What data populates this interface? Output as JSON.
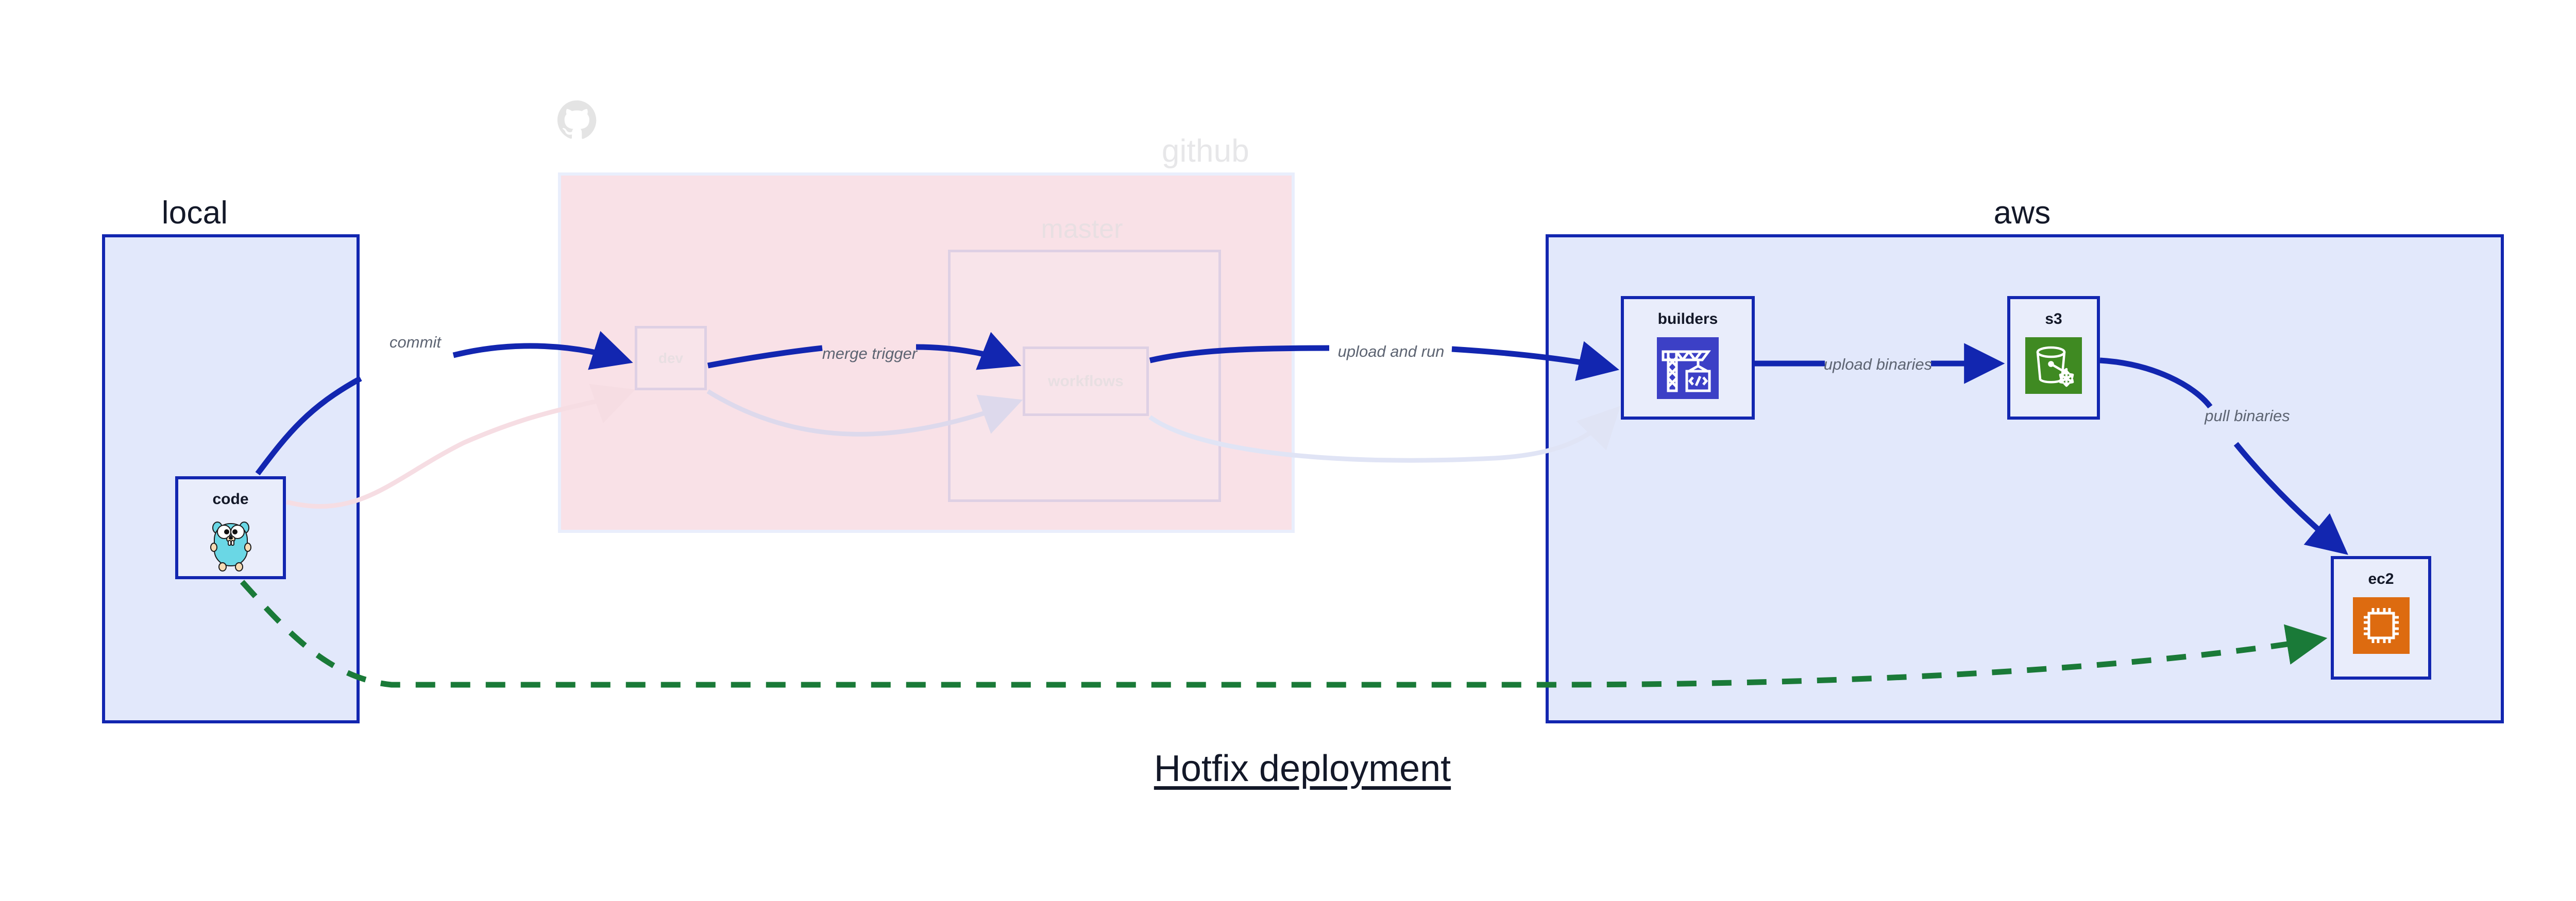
{
  "diagram": {
    "title": "Hotfix deployment",
    "groups": [
      {
        "id": "local",
        "label": "local"
      },
      {
        "id": "github",
        "label": "github"
      },
      {
        "id": "aws",
        "label": "aws"
      }
    ],
    "subgroups": [
      {
        "id": "master",
        "label": "master",
        "parent": "github"
      }
    ],
    "nodes": [
      {
        "id": "code",
        "label": "code",
        "icon": "go-gopher-icon",
        "group": "local"
      },
      {
        "id": "dev",
        "label": "dev",
        "icon": "none",
        "group": "github"
      },
      {
        "id": "workflows",
        "label": "workflows",
        "icon": "none",
        "group": "master"
      },
      {
        "id": "builders",
        "label": "builders",
        "icon": "aws-codebuild-icon",
        "group": "aws"
      },
      {
        "id": "s3",
        "label": "s3",
        "icon": "aws-s3-glacier-icon",
        "group": "aws"
      },
      {
        "id": "ec2",
        "label": "ec2",
        "icon": "aws-ec2-icon",
        "group": "aws"
      }
    ],
    "edges": [
      {
        "id": "commit",
        "label": "commit",
        "from": "code",
        "to": "dev",
        "style": "solid",
        "color": "#1226b0"
      },
      {
        "id": "merge-trigger",
        "label": "merge trigger",
        "from": "dev",
        "to": "workflows",
        "style": "solid",
        "color": "#1226b0"
      },
      {
        "id": "upload-and-run",
        "label": "upload and run",
        "from": "workflows",
        "to": "builders",
        "style": "solid",
        "color": "#1226b0"
      },
      {
        "id": "upload-binaries",
        "label": "upload binaries",
        "from": "builders",
        "to": "s3",
        "style": "solid",
        "color": "#1226b0"
      },
      {
        "id": "pull-binaries",
        "label": "pull binaries",
        "from": "s3",
        "to": "ec2",
        "style": "solid",
        "color": "#1226b0"
      },
      {
        "id": "hotfix-direct",
        "label": "",
        "from": "code",
        "to": "ec2",
        "style": "dashed",
        "color": "#1a7a38"
      }
    ],
    "colors": {
      "edge_primary": "#1226b0",
      "edge_hotfix": "#1a7a38",
      "group_local_fill": "#e2e8fb",
      "group_local_border": "#1226b0",
      "group_github_fill": "#f9e1e7",
      "group_aws_fill": "#e2e8fb",
      "node_fill": "#e9edfb",
      "node_border": "#1226b0",
      "label_text": "#5d6472",
      "title_text": "#131828",
      "faded_text": "#e8dfe2",
      "codebuild_icon": "#3c40c6",
      "s3_icon": "#3f8a22",
      "ec2_icon": "#dd6b10",
      "gopher_body": "#6ad7e5",
      "github_logo": "#e4e4e4"
    }
  }
}
